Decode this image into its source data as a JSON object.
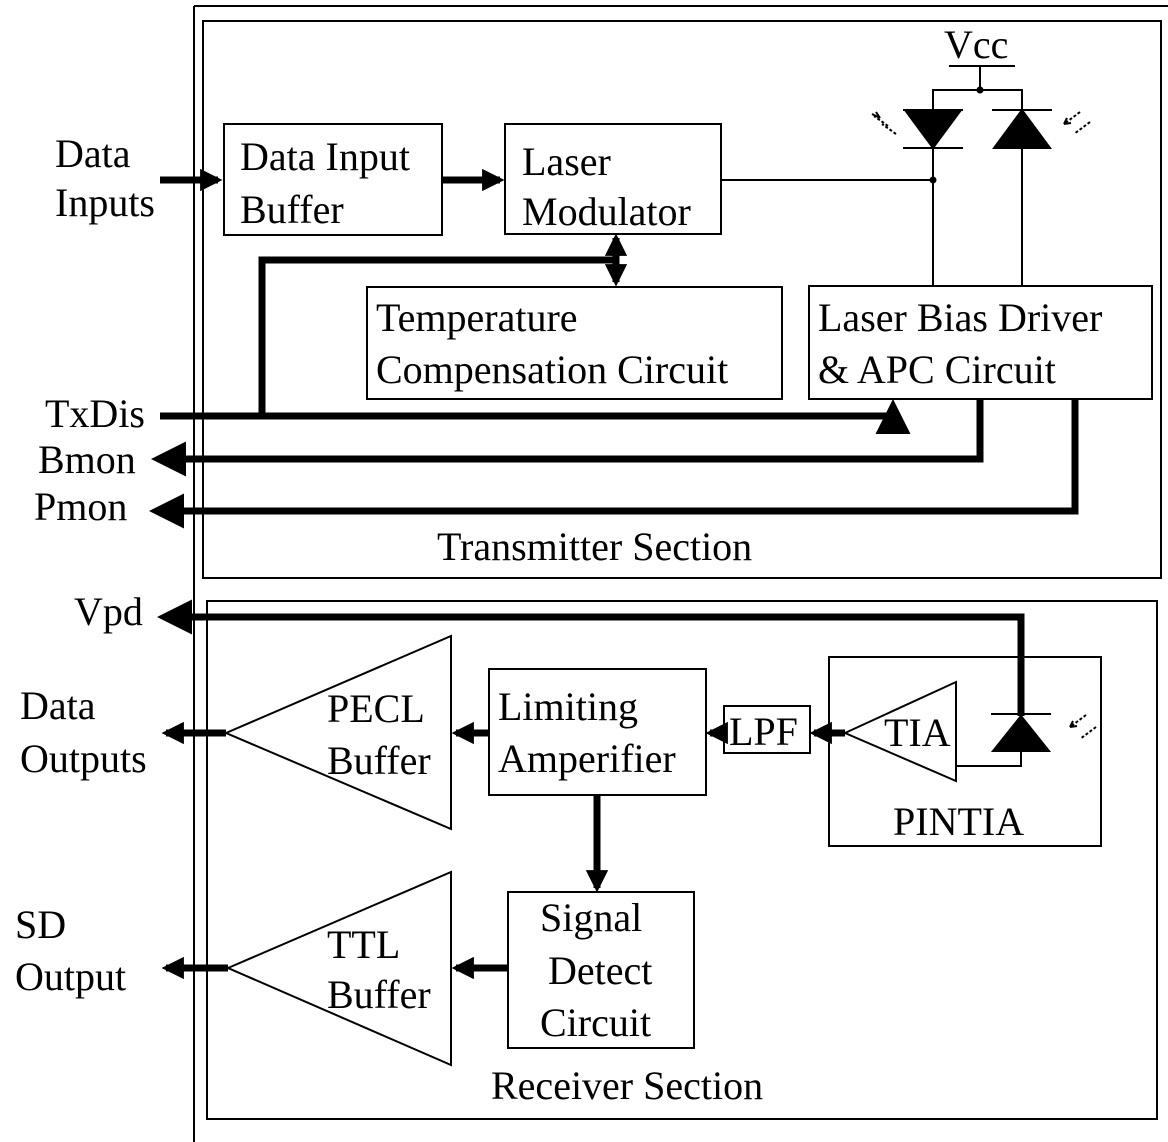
{
  "transmitter": {
    "section_label": "Transmitter Section",
    "vcc_label": "Vcc",
    "data_input_buffer": [
      "Data Input",
      "Buffer"
    ],
    "laser_modulator": [
      "Laser",
      "Modulator"
    ],
    "temperature_compensation": [
      "Temperature",
      "Compensation Circuit"
    ],
    "laser_bias_driver": [
      "Laser Bias Driver",
      "& APC Circuit"
    ]
  },
  "receiver": {
    "section_label": "Receiver Section",
    "pecl_buffer": [
      "PECL",
      "Buffer"
    ],
    "limiting_amplifier": [
      "Limiting",
      "Amperifier"
    ],
    "lpf": "LPF",
    "tia": "TIA",
    "pintia": "PINTIA",
    "ttl_buffer": [
      "TTL",
      "Buffer"
    ],
    "signal_detect": [
      "Signal",
      "Detect",
      "Circuit"
    ]
  },
  "signals": {
    "data_inputs": [
      "Data",
      "Inputs"
    ],
    "txdis": "TxDis",
    "bmon": "Bmon",
    "pmon": "Pmon",
    "vpd": "Vpd",
    "data_outputs": [
      "Data",
      "Outputs"
    ],
    "sd_output": [
      "SD",
      "Output"
    ]
  }
}
